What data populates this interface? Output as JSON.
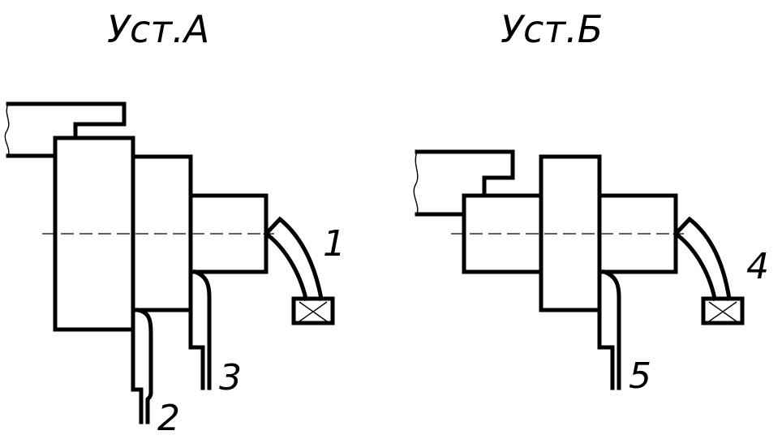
{
  "setups": [
    {
      "title": "Уст.А",
      "tools": [
        "1",
        "2",
        "3"
      ]
    },
    {
      "title": "Уст.Б",
      "tools": [
        "4",
        "5"
      ]
    }
  ]
}
